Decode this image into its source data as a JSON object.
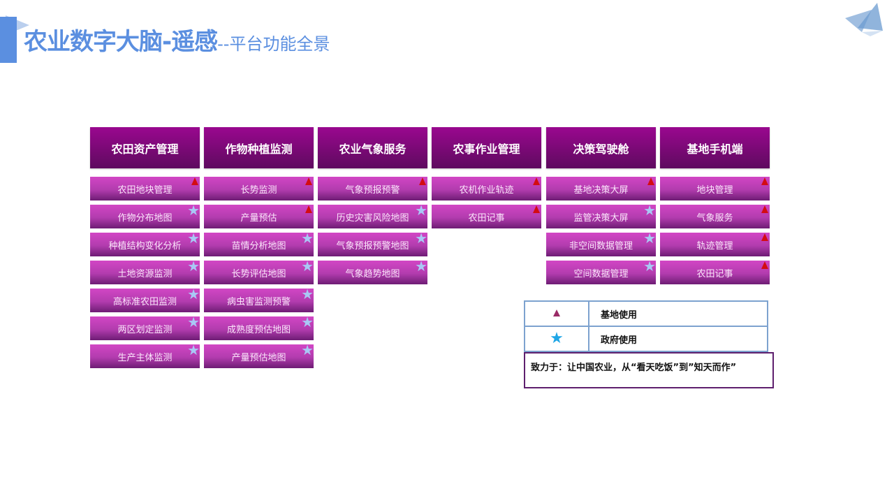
{
  "header": {
    "title_main": "农业数字大脑-遥感",
    "title_sub": "--平台功能全景"
  },
  "colors": {
    "accent_blue": "#5b8fe0",
    "header_purple_top": "#9a088f",
    "header_purple_bottom": "#5e0a5f",
    "item_magenta": "#c140b8",
    "base_marker_red": "#d30c12",
    "gov_marker_star": "#a9c8f5"
  },
  "columns": [
    {
      "title": "农田资产管理",
      "items": [
        {
          "label": "农田地块管理",
          "marker": "triangle"
        },
        {
          "label": "作物分布地图",
          "marker": "star"
        },
        {
          "label": "种植结构变化分析",
          "marker": "star"
        },
        {
          "label": "土地资源监测",
          "marker": "star"
        },
        {
          "label": "高标准农田监测",
          "marker": "star"
        },
        {
          "label": "两区划定监测",
          "marker": "star"
        },
        {
          "label": "生产主体监测",
          "marker": "star"
        }
      ]
    },
    {
      "title": "作物种植监测",
      "items": [
        {
          "label": "长势监测",
          "marker": "triangle"
        },
        {
          "label": "产量预估",
          "marker": "triangle"
        },
        {
          "label": "苗情分析地图",
          "marker": "star"
        },
        {
          "label": "长势评估地图",
          "marker": "star"
        },
        {
          "label": "病虫害监测预警",
          "marker": "star"
        },
        {
          "label": "成熟度预估地图",
          "marker": "star"
        },
        {
          "label": "产量预估地图",
          "marker": "star"
        }
      ]
    },
    {
      "title": "农业气象服务",
      "items": [
        {
          "label": "气象预报预警",
          "marker": "triangle"
        },
        {
          "label": "历史灾害风险地图",
          "marker": "star"
        },
        {
          "label": "气象预报预警地图",
          "marker": "star"
        },
        {
          "label": "气象趋势地图",
          "marker": "star"
        }
      ]
    },
    {
      "title": "农事作业管理",
      "items": [
        {
          "label": "农机作业轨迹",
          "marker": "triangle"
        },
        {
          "label": "农田记事",
          "marker": "triangle"
        }
      ]
    },
    {
      "title": "决策驾驶舱",
      "items": [
        {
          "label": "基地决策大屏",
          "marker": "triangle"
        },
        {
          "label": "监管决策大屏",
          "marker": "star"
        },
        {
          "label": "非空间数据管理",
          "marker": "star"
        },
        {
          "label": "空间数据管理",
          "marker": "star"
        }
      ]
    },
    {
      "title": "基地手机端",
      "items": [
        {
          "label": "地块管理",
          "marker": "triangle"
        },
        {
          "label": "气象服务",
          "marker": "triangle"
        },
        {
          "label": "轨迹管理",
          "marker": "triangle"
        },
        {
          "label": "农田记事",
          "marker": "triangle"
        }
      ]
    }
  ],
  "legend": {
    "rows": [
      {
        "symbol": "triangle-icon",
        "label": "基地使用"
      },
      {
        "symbol": "star-icon",
        "label": "政府使用"
      }
    ],
    "motto": "致力于：让中国农业，从“看天吃饭”到”知天而作”"
  },
  "icons": {
    "triangle_glyph": "▲",
    "star_glyph": "★"
  }
}
